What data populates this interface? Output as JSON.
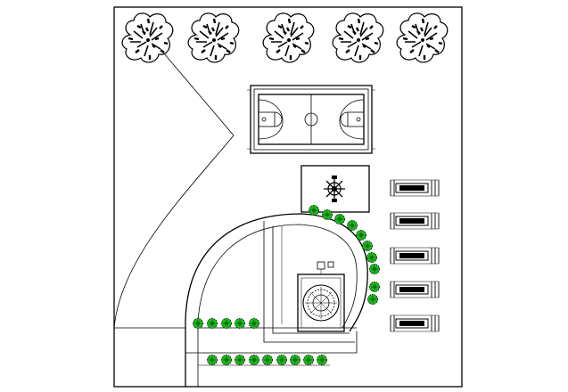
{
  "drawing": {
    "background_color": "#ffffff",
    "line_color": "#000000",
    "shrub_color": "#1db51d",
    "tree_count": 5,
    "shrub_groups": [
      {
        "name": "curve-shrubs",
        "count": 10
      },
      {
        "name": "left-shrubs",
        "count": 5
      },
      {
        "name": "bottom-shrubs",
        "count": 9
      }
    ],
    "bench_count": 5,
    "icons": [
      "tree-icon",
      "shrub-icon",
      "bench-icon",
      "sculpture-icon",
      "fountain-icon"
    ]
  }
}
